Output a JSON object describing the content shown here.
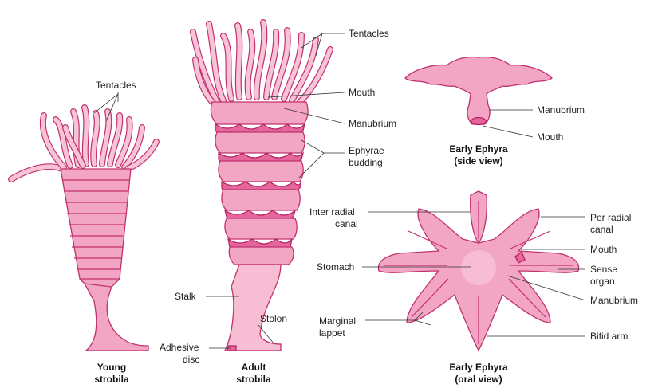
{
  "labels": {
    "tentacles_young": "Tentacles",
    "tentacles_adult": "Tentacles",
    "mouth_adult": "Mouth",
    "manubrium_adult": "Manubrium",
    "ephyrae_budding_1": "Ephyrae",
    "ephyrae_budding_2": "budding",
    "stalk": "Stalk",
    "stolon": "Stolon",
    "adhesive_disc_1": "Adhesive",
    "adhesive_disc_2": "disc",
    "manubrium_side": "Manubrium",
    "mouth_side": "Mouth",
    "inter_radial_1": "Inter radial",
    "inter_radial_2": "canal",
    "per_radial_1": "Per radial",
    "per_radial_2": "canal",
    "mouth_oral": "Mouth",
    "sense_organ_1": "Sense",
    "sense_organ_2": "organ",
    "manubrium_oral": "Manubrium",
    "stomach": "Stomach",
    "marginal_lappet_1": "Marginal",
    "marginal_lappet_2": "lappet",
    "bifid_arm": "Bifid arm"
  },
  "captions": {
    "young_1": "Young",
    "young_2": "strobila",
    "adult_1": "Adult",
    "adult_2": "strobila",
    "side_1": "Early Ephyra",
    "side_2": "(side view)",
    "oral_1": "Early Ephyra",
    "oral_2": "(oral view)"
  },
  "colors": {
    "body_fill": "#f2a6c4",
    "body_outline": "#c2306e",
    "dark_fill": "#e3669c"
  }
}
